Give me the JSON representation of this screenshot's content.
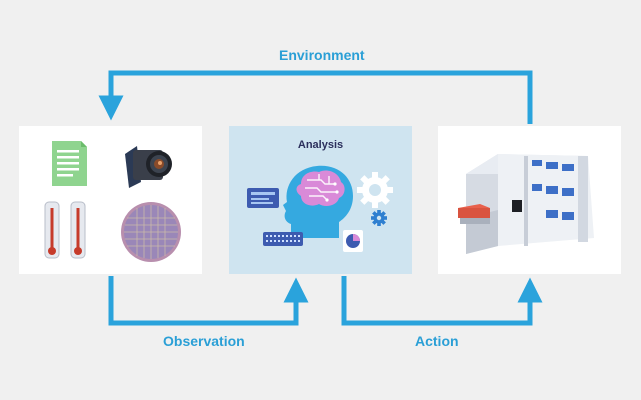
{
  "labels": {
    "environment": "Environment",
    "observation": "Observation",
    "action": "Action",
    "analysis": "Analysis"
  },
  "colors": {
    "arrow": "#2aa3dc",
    "background": "#f0f0f0",
    "analysis_panel": "#cfe4f0",
    "label": "#2a9fd6"
  }
}
